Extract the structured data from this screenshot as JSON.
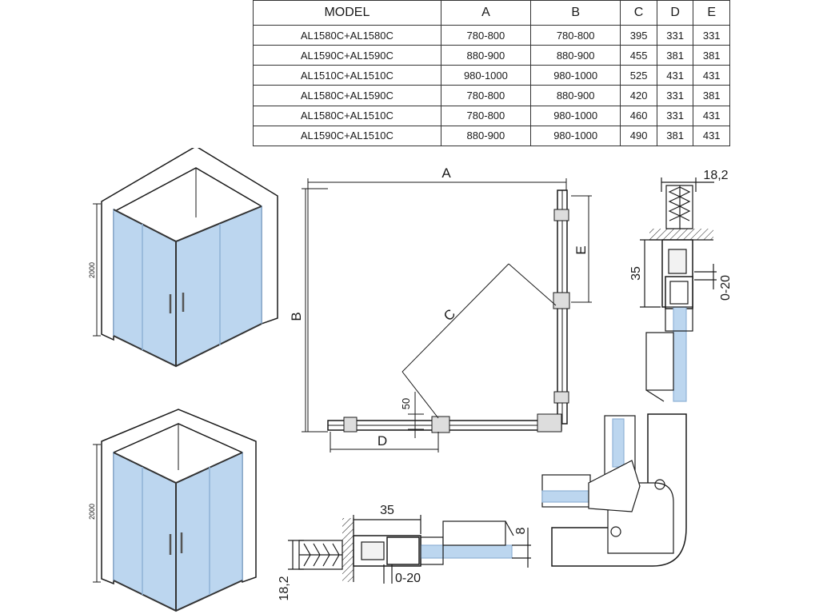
{
  "table": {
    "headers": [
      "MODEL",
      "A",
      "B",
      "C",
      "D",
      "E"
    ],
    "rows": [
      [
        "AL1580C+AL1580C",
        "780-800",
        "780-800",
        "395",
        "331",
        "331"
      ],
      [
        "AL1590C+AL1590C",
        "880-900",
        "880-900",
        "455",
        "381",
        "381"
      ],
      [
        "AL1510C+AL1510C",
        "980-1000",
        "980-1000",
        "525",
        "431",
        "431"
      ],
      [
        "AL1580C+AL1590C",
        "780-800",
        "880-900",
        "420",
        "331",
        "381"
      ],
      [
        "AL1580C+AL1510C",
        "780-800",
        "980-1000",
        "460",
        "331",
        "431"
      ],
      [
        "AL1590C+AL1510C",
        "880-900",
        "980-1000",
        "490",
        "381",
        "431"
      ]
    ]
  },
  "plan": {
    "label_a": "A",
    "label_b": "B",
    "label_c": "C",
    "label_d": "D",
    "label_e": "E",
    "label_50": "50"
  },
  "iso_top": {
    "height_label": "2000"
  },
  "iso_bottom": {
    "height_label": "2000"
  },
  "detail_right": {
    "width_label": "18,2",
    "depth_label": "35",
    "adjust_label": "0-20"
  },
  "detail_bottom": {
    "depth_label": "35",
    "glass_label": "8",
    "adjust_label": "0-20",
    "width_label": "18,2"
  },
  "colors": {
    "glass": "#bcd6ef",
    "glass_edge": "#8fb2d6",
    "line": "#1a1a1a",
    "wall": "#ffffff"
  }
}
